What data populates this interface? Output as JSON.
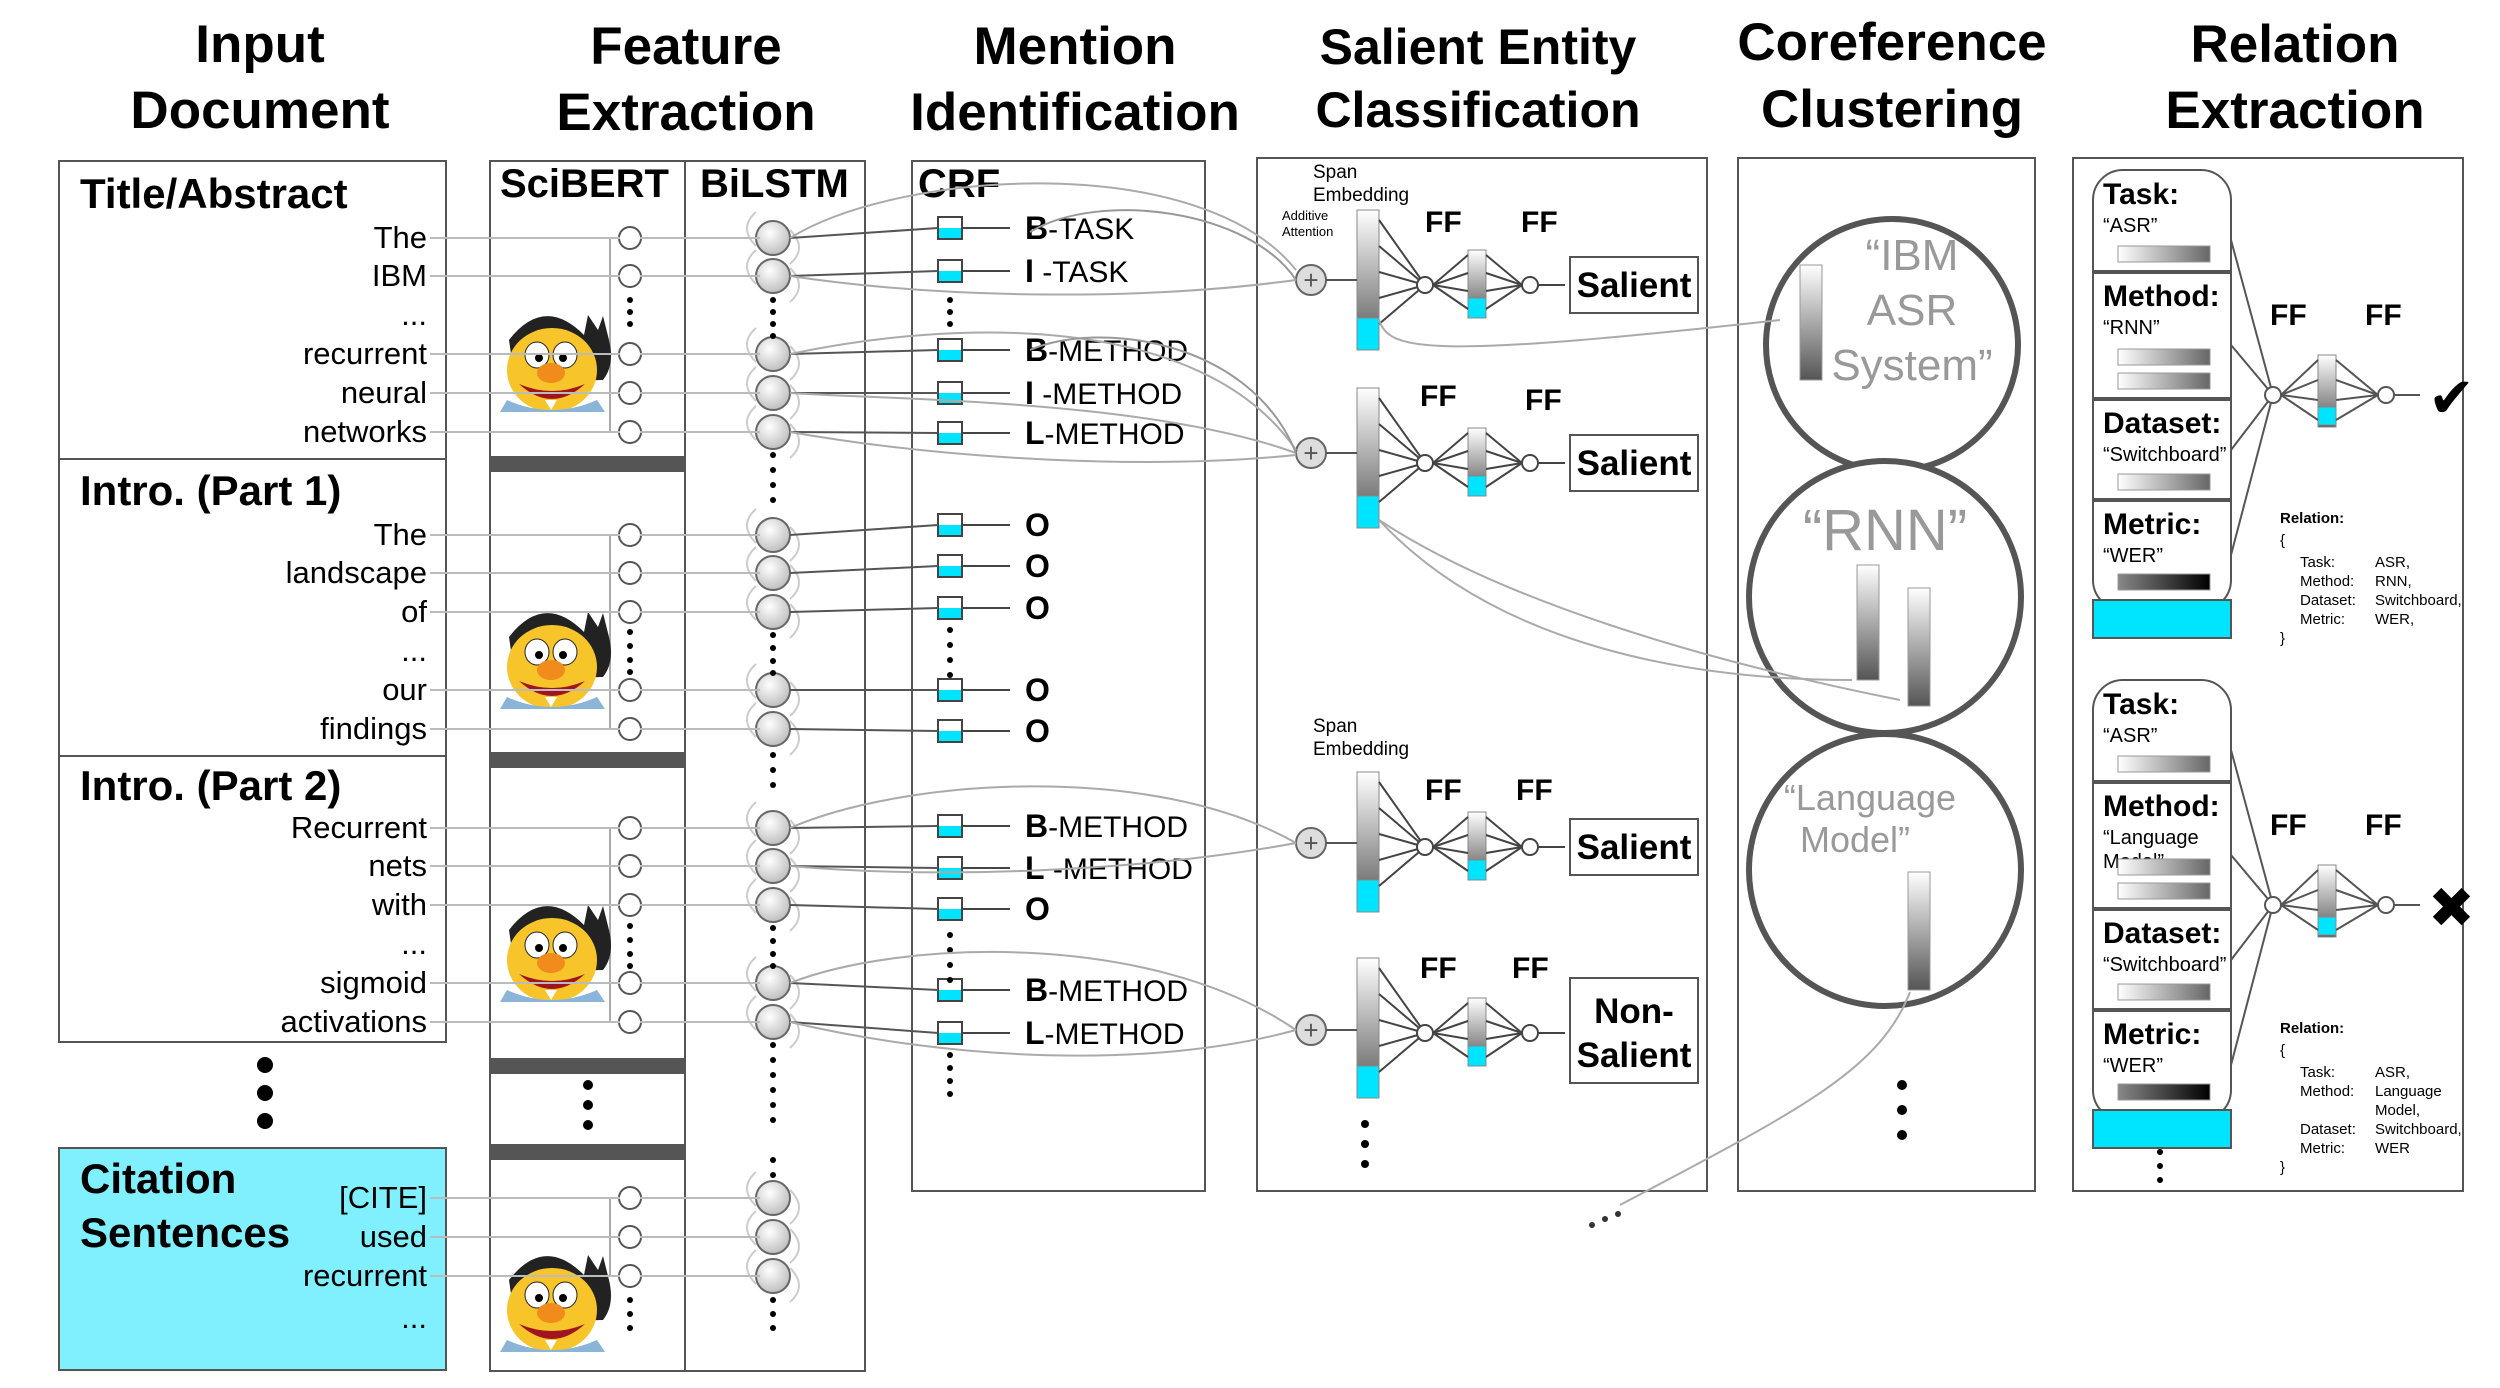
{
  "headers": {
    "input_document": [
      "Input",
      "Document"
    ],
    "feature_extraction": [
      "Feature",
      "Extraction"
    ],
    "mention_identification": [
      "Mention",
      "Identification"
    ],
    "salient_entity": [
      "Salient Entity",
      "Classification"
    ],
    "coreference": [
      "Coreference",
      "Clustering"
    ],
    "relation_extraction": [
      "Relation",
      "Extraction"
    ]
  },
  "sections": [
    {
      "title": "Title/Abstract",
      "words": [
        "The",
        "IBM",
        "...",
        "recurrent",
        "neural",
        "networks"
      ]
    },
    {
      "title": "Intro. (Part 1)",
      "words": [
        "The",
        "landscape",
        "of",
        "...",
        "our",
        "findings"
      ]
    },
    {
      "title": "Intro. (Part 2)",
      "words": [
        "Recurrent",
        "nets",
        "with",
        "...",
        "sigmoid",
        "activations"
      ]
    }
  ],
  "citation": {
    "title": [
      "Citation",
      "Sentences"
    ],
    "words": [
      "[CITE]",
      "used",
      "recurrent",
      "..."
    ]
  },
  "feature_labels": {
    "scibert": "SciBERT",
    "bilstm": "BiLSTM",
    "crf": "CRF"
  },
  "crf_tags": [
    {
      "b": "B",
      "r": "-TASK"
    },
    {
      "b": "I",
      "r": " -TASK"
    },
    {
      "b": "B",
      "r": "-METHOD"
    },
    {
      "b": "I",
      "r": " -METHOD"
    },
    {
      "b": "L",
      "r": "-METHOD"
    },
    {
      "b": "O",
      "r": ""
    },
    {
      "b": "O",
      "r": ""
    },
    {
      "b": "O",
      "r": ""
    },
    {
      "b": "O",
      "r": ""
    },
    {
      "b": "O",
      "r": ""
    },
    {
      "b": "B",
      "r": "-METHOD"
    },
    {
      "b": "L",
      "r": " -METHOD"
    },
    {
      "b": "O",
      "r": ""
    },
    {
      "b": "B",
      "r": "-METHOD"
    },
    {
      "b": "L",
      "r": "-METHOD"
    }
  ],
  "salient": {
    "span_embedding": [
      "Span",
      "Embedding"
    ],
    "additive_attention": [
      "Additive",
      "Attention"
    ],
    "ff": "FF",
    "labels": [
      "Salient",
      "Salient",
      "Salient",
      "Non-Salient"
    ]
  },
  "clusters": [
    {
      "text": [
        "“IBM",
        "ASR",
        "System”"
      ]
    },
    {
      "text": [
        "“RNN”"
      ]
    },
    {
      "text": [
        "“Language",
        "Model”"
      ]
    }
  ],
  "relations": [
    {
      "task_label": "Task:",
      "task": "“ASR”",
      "method_label": "Method:",
      "method": [
        "“RNN”"
      ],
      "dataset_label": "Dataset:",
      "dataset": "“Switchboard”",
      "metric_label": "Metric:",
      "metric": "“WER”",
      "result": "✔",
      "json_title": "Relation:",
      "json_keys": [
        "Task:",
        "Method:",
        "Dataset:",
        "Metric:"
      ],
      "json_vals": [
        "ASR,",
        "RNN,",
        "Switchboard,",
        "WER,"
      ]
    },
    {
      "task_label": "Task:",
      "task": "“ASR”",
      "method_label": "Method:",
      "method": [
        "“Language",
        "Model”"
      ],
      "dataset_label": "Dataset:",
      "dataset": "“Switchboard”",
      "metric_label": "Metric:",
      "metric": "“WER”",
      "result": "✖",
      "json_title": "Relation:",
      "json_keys": [
        "Task:",
        "Method:",
        "Dataset:",
        "Metric:"
      ],
      "json_vals": [
        "ASR,",
        "Language",
        "Model,",
        "Switchboard,",
        "WER"
      ]
    }
  ],
  "colors": {
    "cyan": "#00e5ff",
    "citation_bg": "#80f0ff"
  },
  "ellipsis": "...",
  "brace_open": "{",
  "brace_close": "}"
}
